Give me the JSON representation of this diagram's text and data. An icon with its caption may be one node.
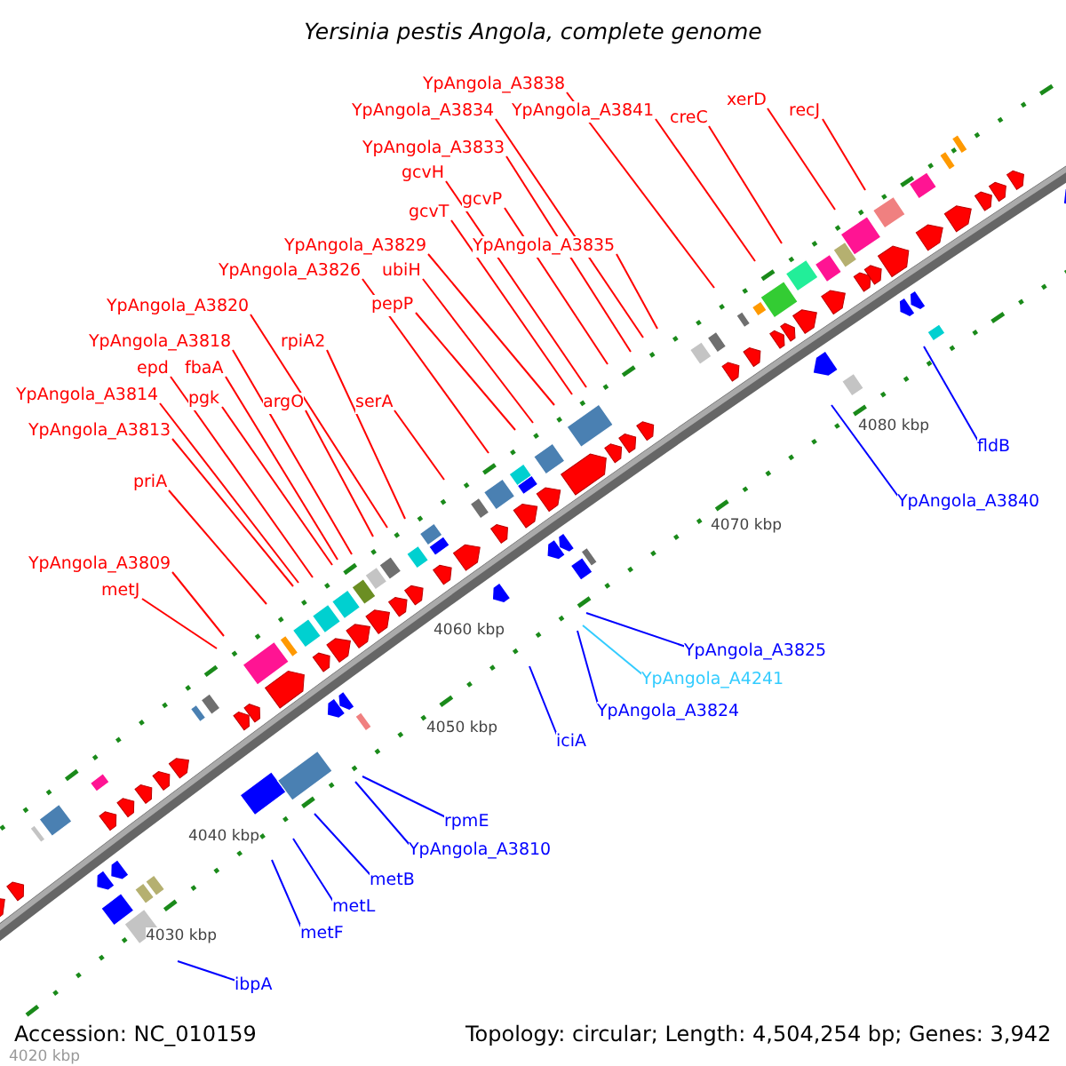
{
  "diagram": {
    "title": "Yersinia pestis Angola, complete genome",
    "nodes": [
      {
        "text": [
          "YpAngola_A3838"
        ]
      },
      {
        "text": [
          "xerD"
        ]
      },
      {
        "text": [
          "YpAngola_A3834"
        ]
      },
      {
        "text": [
          "YpAngola_A3841"
        ]
      },
      {
        "text": [
          "recJ"
        ]
      },
      {
        "text": [
          "creC"
        ]
      },
      {
        "text": [
          "YpAngola_A3833"
        ]
      },
      {
        "text": [
          "gcvH"
        ]
      },
      {
        "text": [
          "gcvP"
        ]
      },
      {
        "text": [
          "gcvT"
        ]
      },
      {
        "text": [
          "YpAngola_A3829"
        ]
      },
      {
        "text": [
          "YpAngola_A3835"
        ]
      },
      {
        "text": [
          "YpAngola_A3826"
        ]
      },
      {
        "text": [
          "ubiH"
        ]
      },
      {
        "text": [
          "pepP"
        ]
      },
      {
        "text": [
          "YpAngola_A3820"
        ]
      },
      {
        "text": [
          "YpAngola_A3818"
        ]
      },
      {
        "text": [
          "rpiA2"
        ]
      },
      {
        "text": [
          "epd"
        ]
      },
      {
        "text": [
          "fbaA"
        ]
      },
      {
        "text": [
          "YpAngola_A3814"
        ]
      },
      {
        "text": [
          "pgk"
        ]
      },
      {
        "text": [
          "argO"
        ]
      },
      {
        "text": [
          "serA"
        ]
      },
      {
        "text": [
          "YpAngola_A3813"
        ]
      },
      {
        "text": [
          "fldB"
        ]
      },
      {
        "text": [
          "priA"
        ]
      },
      {
        "text": [
          "YpAngola_A3840"
        ]
      },
      {
        "text": [
          "YpAngola_A3809"
        ]
      },
      {
        "text": [
          "metJ"
        ]
      },
      {
        "text": [
          "YpAngola_A3825"
        ]
      },
      {
        "text": [
          "YpAngola_A4241"
        ]
      },
      {
        "text": [
          "YpAngola_A3824"
        ]
      },
      {
        "text": [
          "iciA"
        ]
      },
      {
        "text": [
          "rpmE"
        ]
      },
      {
        "text": [
          "YpAngola_A3810"
        ]
      },
      {
        "text": [
          "metB"
        ]
      },
      {
        "text": [
          "metL"
        ]
      },
      {
        "text": [
          "metF"
        ]
      },
      {
        "text": [
          "ibpA"
        ]
      }
    ],
    "edges": [
      {
        "from": 0,
        "to": null,
        "arrow": "none"
      },
      {
        "from": 1,
        "to": null,
        "arrow": "none"
      },
      {
        "from": 2,
        "to": null,
        "arrow": "none"
      },
      {
        "from": 3,
        "to": null,
        "arrow": "none"
      },
      {
        "from": 4,
        "to": null,
        "arrow": "none"
      },
      {
        "from": 5,
        "to": null,
        "arrow": "none"
      },
      {
        "from": 6,
        "to": null,
        "arrow": "none"
      },
      {
        "from": 7,
        "to": null,
        "arrow": "none"
      },
      {
        "from": 8,
        "to": null,
        "arrow": "none"
      },
      {
        "from": 9,
        "to": null,
        "arrow": "none"
      },
      {
        "from": 10,
        "to": null,
        "arrow": "none"
      },
      {
        "from": 11,
        "to": null,
        "arrow": "none"
      },
      {
        "from": 12,
        "to": null,
        "arrow": "none"
      },
      {
        "from": 13,
        "to": null,
        "arrow": "none"
      },
      {
        "from": 14,
        "to": null,
        "arrow": "none"
      },
      {
        "from": 15,
        "to": null,
        "arrow": "none"
      },
      {
        "from": 16,
        "to": null,
        "arrow": "none"
      },
      {
        "from": 17,
        "to": null,
        "arrow": "none"
      },
      {
        "from": 18,
        "to": null,
        "arrow": "none"
      },
      {
        "from": 19,
        "to": null,
        "arrow": "none"
      },
      {
        "from": 20,
        "to": null,
        "arrow": "none"
      },
      {
        "from": 21,
        "to": null,
        "arrow": "none"
      },
      {
        "from": 22,
        "to": null,
        "arrow": "none"
      },
      {
        "from": 23,
        "to": null,
        "arrow": "none"
      },
      {
        "from": 24,
        "to": null,
        "arrow": "none"
      },
      {
        "from": 25,
        "to": null,
        "arrow": "none",
        "color": "#0000ff"
      },
      {
        "from": 26,
        "to": null,
        "arrow": "none"
      },
      {
        "from": 27,
        "to": null,
        "arrow": "none",
        "color": "#0000ff"
      },
      {
        "from": 28,
        "to": null,
        "arrow": "none"
      },
      {
        "from": 29,
        "to": null,
        "arrow": "none"
      },
      {
        "from": 30,
        "to": null,
        "arrow": "none",
        "color": "#0000ff"
      },
      {
        "from": 31,
        "to": null,
        "arrow": "none",
        "color": "#33ccff"
      },
      {
        "from": 32,
        "to": null,
        "arrow": "none",
        "color": "#0000ff"
      },
      {
        "from": 33,
        "to": null,
        "arrow": "none",
        "color": "#0000ff"
      },
      {
        "from": 34,
        "to": null,
        "arrow": "none",
        "color": "#0000ff"
      },
      {
        "from": 35,
        "to": null,
        "arrow": "none",
        "color": "#0000ff"
      },
      {
        "from": 36,
        "to": null,
        "arrow": "none",
        "color": "#0000ff"
      },
      {
        "from": 37,
        "to": null,
        "arrow": "none",
        "color": "#0000ff"
      },
      {
        "from": 38,
        "to": null,
        "arrow": "none",
        "color": "#0000ff"
      },
      {
        "from": 39,
        "to": null,
        "arrow": "none",
        "color": "#0000ff"
      }
    ],
    "labels": [
      "4080 kbp",
      "4070 kbp",
      "4060 kbp",
      "4050 kbp",
      "4040 kbp",
      "4030 kbp",
      "Accession: NC_010159",
      "Topology: circular; Length: 4,504,254 bp; Genes: 3,942",
      "4020 kbp"
    ]
  }
}
